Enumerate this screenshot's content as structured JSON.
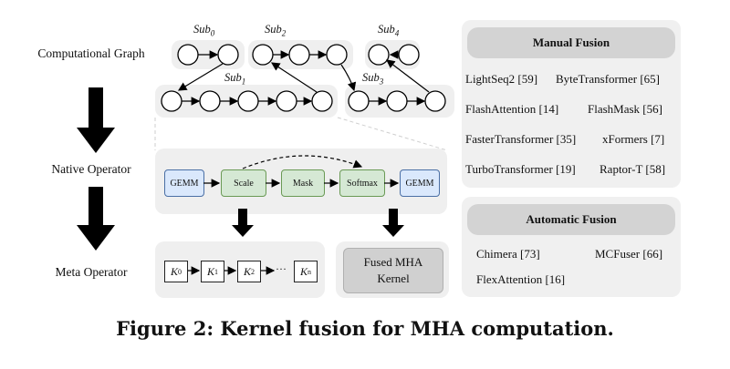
{
  "left_labels": {
    "computational_graph": "Computational Graph",
    "native_operator": "Native Operator",
    "meta_operator": "Meta Operator"
  },
  "subgraphs": {
    "sub0": {
      "base": "Sub",
      "idx": "0"
    },
    "sub1": {
      "base": "Sub",
      "idx": "1"
    },
    "sub2": {
      "base": "Sub",
      "idx": "2"
    },
    "sub3": {
      "base": "Sub",
      "idx": "3"
    },
    "sub4": {
      "base": "Sub",
      "idx": "4"
    }
  },
  "native_ops": {
    "gemm1": "GEMM",
    "scale": "Scale",
    "mask": "Mask",
    "softmax": "Softmax",
    "gemm2": "GEMM"
  },
  "meta_ops": {
    "k0": {
      "base": "K",
      "idx": "0"
    },
    "k1": {
      "base": "K",
      "idx": "1"
    },
    "k2": {
      "base": "K",
      "idx": "2"
    },
    "ellipsis": "···",
    "kn": {
      "base": "K",
      "idx": "n"
    }
  },
  "fused_kernel": {
    "line1": "Fused MHA",
    "line2": "Kernel"
  },
  "manual_fusion": {
    "title": "Manual Fusion",
    "refs": [
      "LightSeq2 [59]",
      "ByteTransformer [65]",
      "FlashAttention [14]",
      "FlashMask [56]",
      "FasterTransformer [35]",
      "xFormers [7]",
      "TurboTransformer [19]",
      "Raptor-T [58]"
    ]
  },
  "automatic_fusion": {
    "title": "Automatic Fusion",
    "refs": [
      "Chimera [73]",
      "MCFuser [66]",
      "FlexAttention [16]"
    ]
  },
  "caption": "Figure 2: Kernel fusion for MHA computation.",
  "colors": {
    "op_blue": "#dae8fc",
    "op_green": "#d5e8d4",
    "panel_gray": "#efefef",
    "header_gray": "#d3d3d3"
  }
}
